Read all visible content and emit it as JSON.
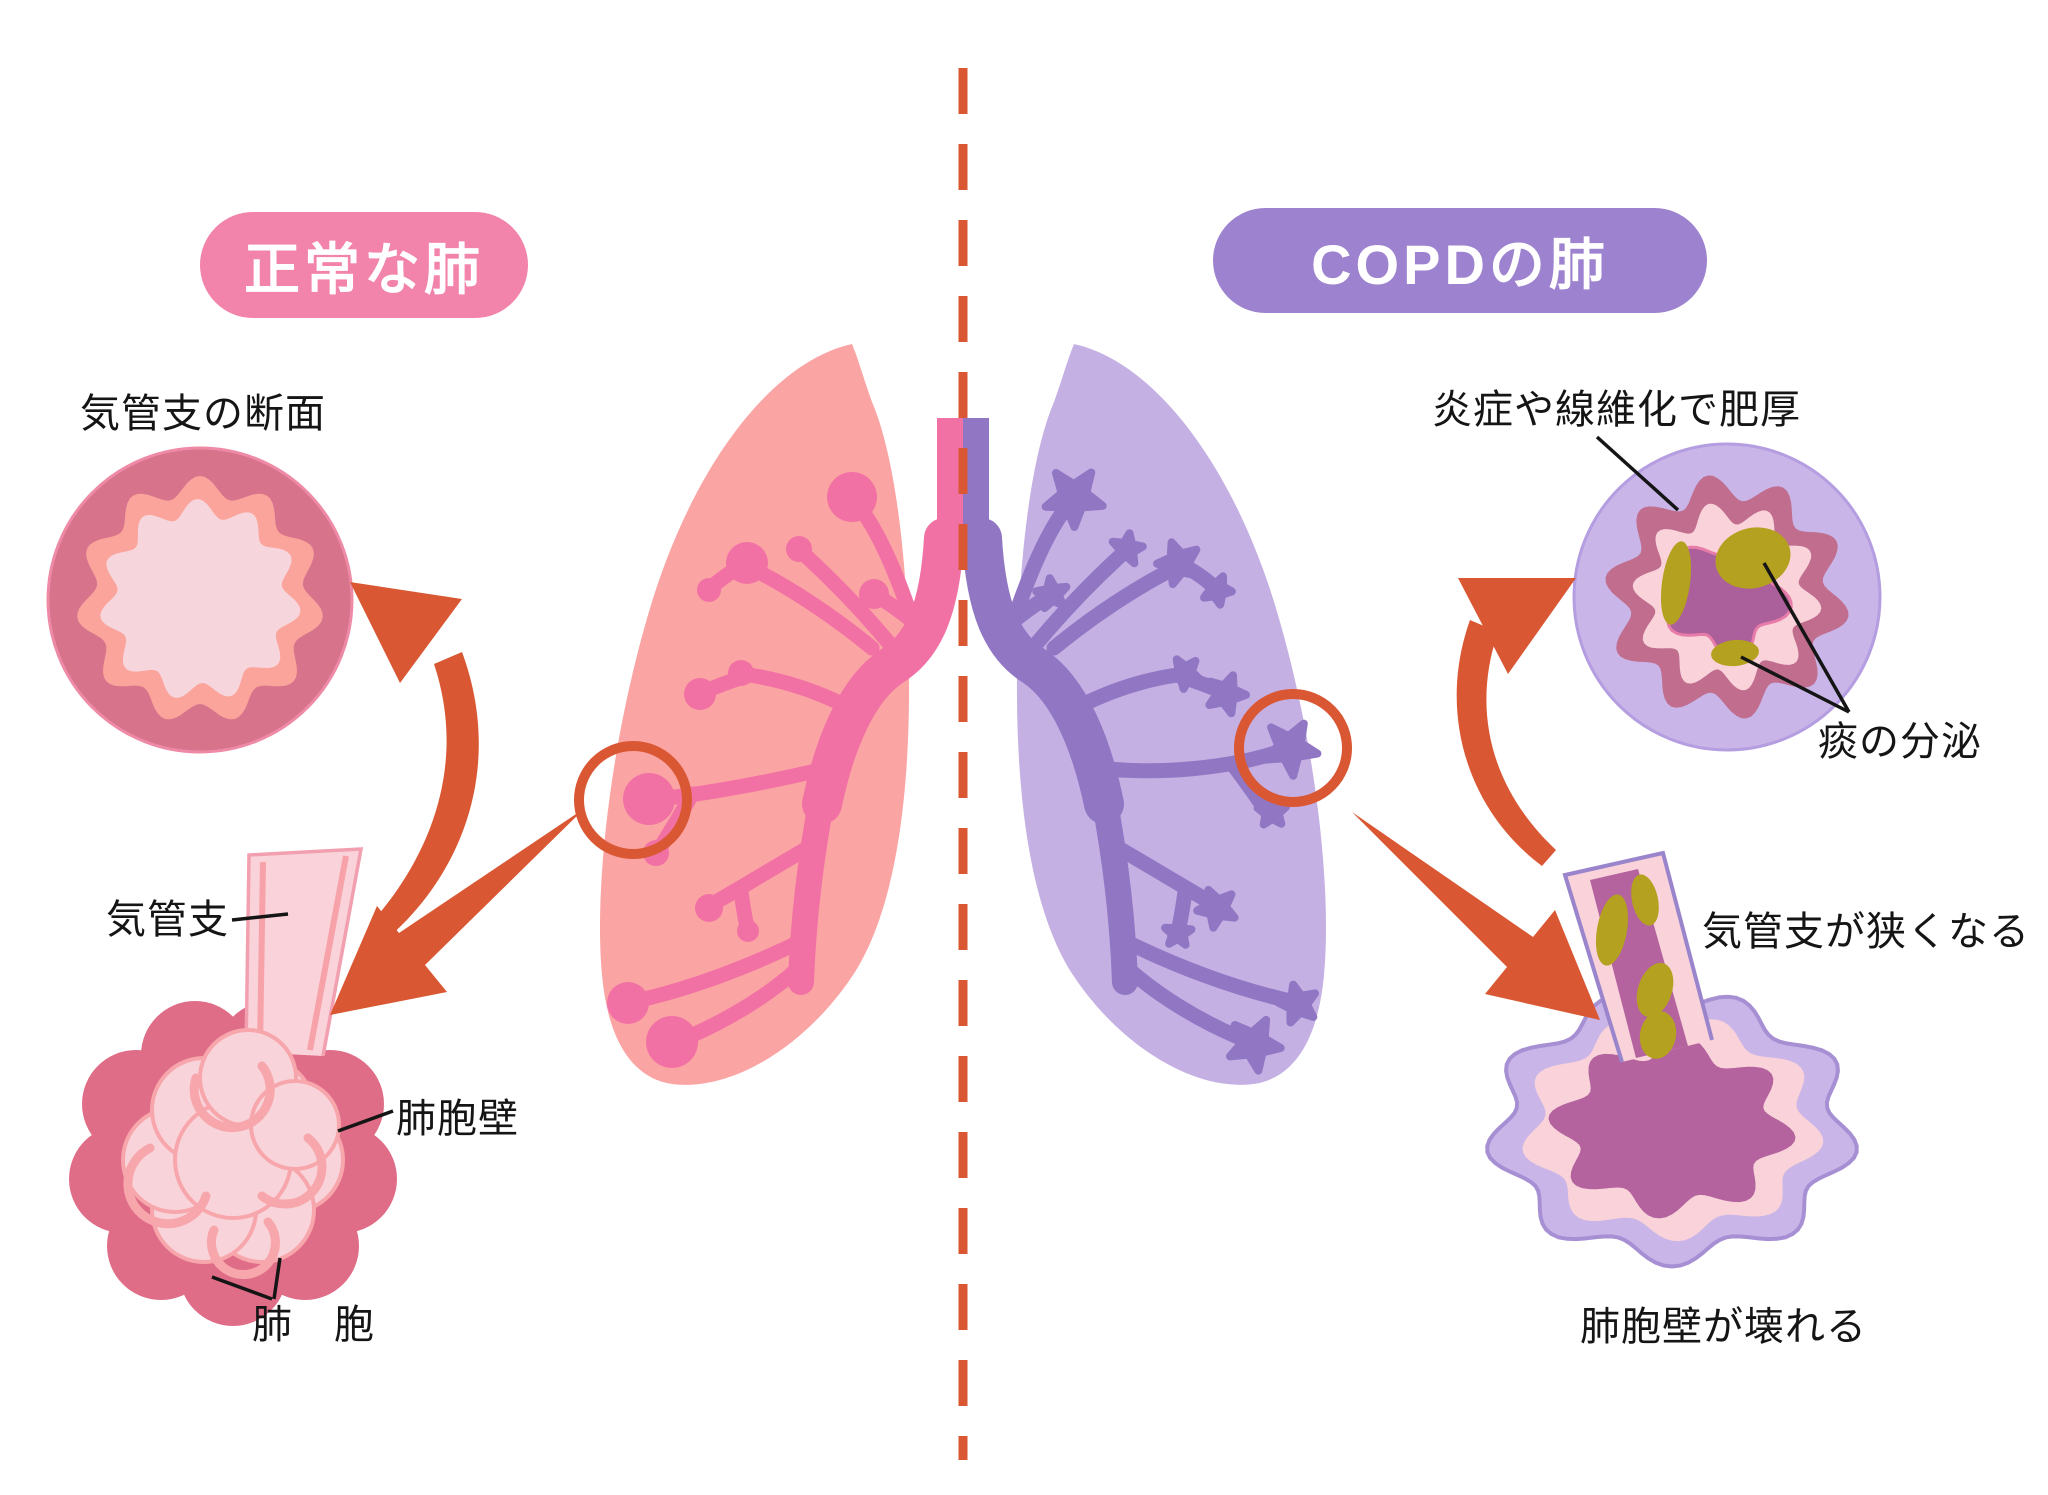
{
  "badges": {
    "normal": "正常な肺",
    "copd": "COPDの肺"
  },
  "annotations": {
    "bronchus_cross_section": "気管支の断面",
    "bronchus": "気管支",
    "alveolar_wall": "肺胞壁",
    "alveoli": "肺　胞",
    "thickening": "炎症や線維化で肥厚",
    "mucus_secretion": "痰の分泌",
    "bronchus_narrowing": "気管支が狭くなる",
    "alveolar_wall_destruction": "肺胞壁が壊れる"
  },
  "colors": {
    "accent_orange": "#da5733",
    "normal_tree_pink": "#f171a4",
    "normal_lung_pink": "#fba4a4",
    "badge_pink": "#f283ab",
    "copd_tree_purple": "#9177c3",
    "copd_lung_purple": "#c5b0e4",
    "badge_purple": "#9d82cf",
    "wall_dark_pink": "#d7738b",
    "mucosa_salmon": "#fba49b",
    "lumen_light_pink": "#f6d6dc",
    "copd_wall_mauve": "#c06d8e",
    "copd_lumen_magenta": "#ab5f9b",
    "mucus_olive": "#b3a11f",
    "text": "#151515"
  }
}
